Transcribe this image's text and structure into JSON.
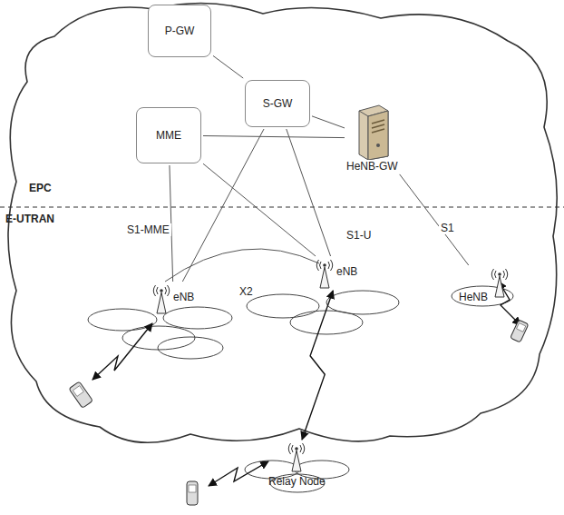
{
  "diagram": {
    "nodes": [
      {
        "text": [
          "P-GW"
        ]
      },
      {
        "text": [
          "S-GW"
        ]
      },
      {
        "text": [
          "MME"
        ]
      },
      {
        "text": [
          "HeNB-GW"
        ]
      },
      {
        "text": [
          "eNB"
        ]
      },
      {
        "text": [
          "eNB"
        ]
      },
      {
        "text": [
          "HeNB"
        ]
      },
      {
        "text": [
          "Relay Node"
        ]
      }
    ],
    "edges": [
      {
        "from": 0,
        "to": 1,
        "arrow": "none"
      },
      {
        "from": 1,
        "to": 3,
        "arrow": "none"
      },
      {
        "from": 2,
        "to": 3,
        "arrow": "none"
      },
      {
        "from": 2,
        "to": 4,
        "label": "S1-MME",
        "arrow": "none"
      },
      {
        "from": 2,
        "to": 5,
        "arrow": "none"
      },
      {
        "from": 1,
        "to": 4,
        "arrow": "none"
      },
      {
        "from": 1,
        "to": 5,
        "label": "S1-U",
        "arrow": "none"
      },
      {
        "from": 3,
        "to": 6,
        "label": "S1",
        "arrow": "none"
      },
      {
        "from": 4,
        "to": 5,
        "label": "X2",
        "arrow": "none"
      },
      {
        "from": 7,
        "to": 5,
        "arrow": "both"
      }
    ],
    "labels": [
      "EPC",
      "E-UTRAN"
    ]
  }
}
